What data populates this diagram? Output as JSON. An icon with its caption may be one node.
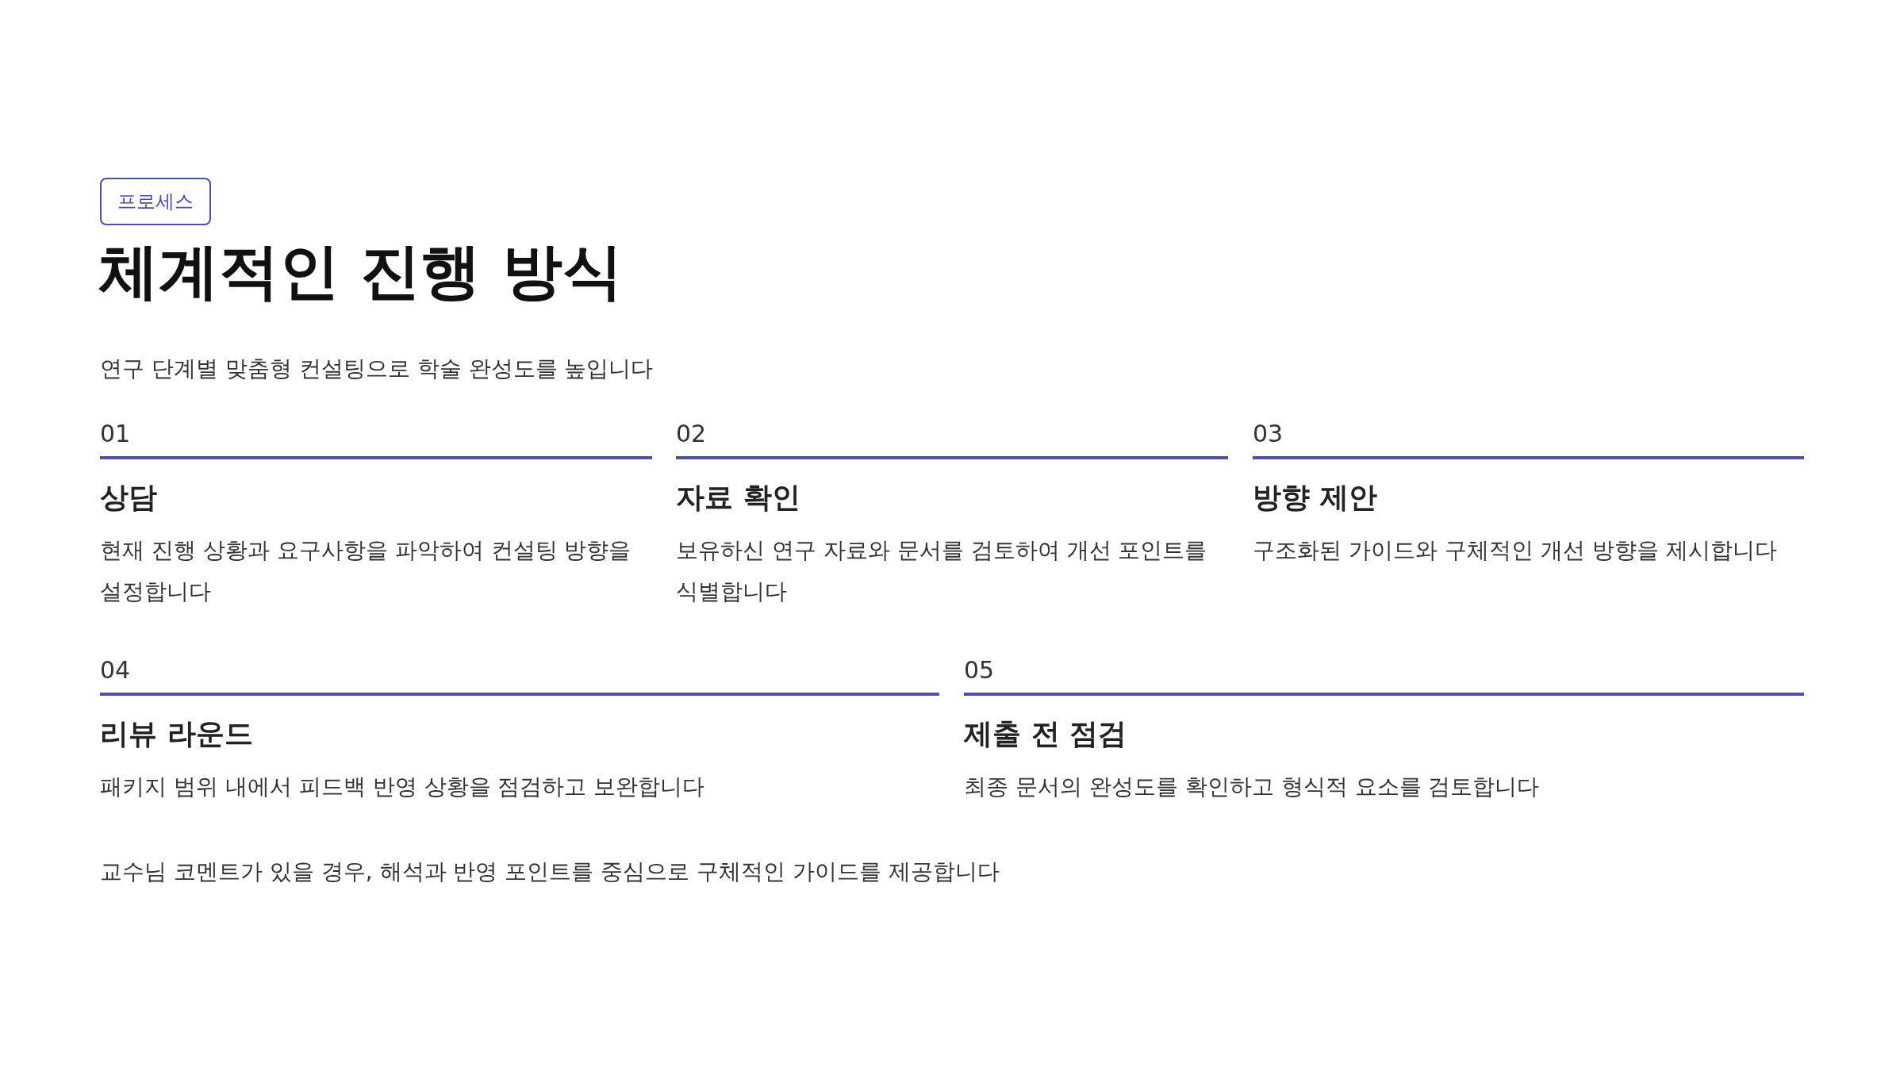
{
  "diagram": {
    "title": "체계적인 진행 방식",
    "nodes": [
      {
        "text": [
          "프로세스"
        ]
      },
      {
        "text": [
          "01",
          "상담",
          "현재 진행 상황과 요구사항을 파악하여 컨설팅 방향을 설정합니다"
        ]
      },
      {
        "text": [
          "02",
          "자료 확인",
          "보유하신 연구 자료와 문서를 검토하여 개선 포인트를 식별합니다"
        ]
      },
      {
        "text": [
          "03",
          "방향 제안",
          "구조화된 가이드와 구체적인 개선 방향을 제시합니다"
        ]
      },
      {
        "text": [
          "04",
          "리뷰 라운드",
          "패키지 범위 내에서 피드백 반영 상황을 점검하고 보완합니다"
        ]
      },
      {
        "text": [
          "05",
          "제출 전 점검",
          "최종 문서의 완성도를 확인하고 형식적 요소를 검토합니다"
        ]
      }
    ],
    "labels": [
      "연구 단계별 맞춤형 컨설팅으로 학술 완성도를 높입니다",
      "교수님 코멘트가 있을 경우, 해석과 반영 포인트를 중심으로 구체적인 가이드를 제공합니다"
    ]
  }
}
